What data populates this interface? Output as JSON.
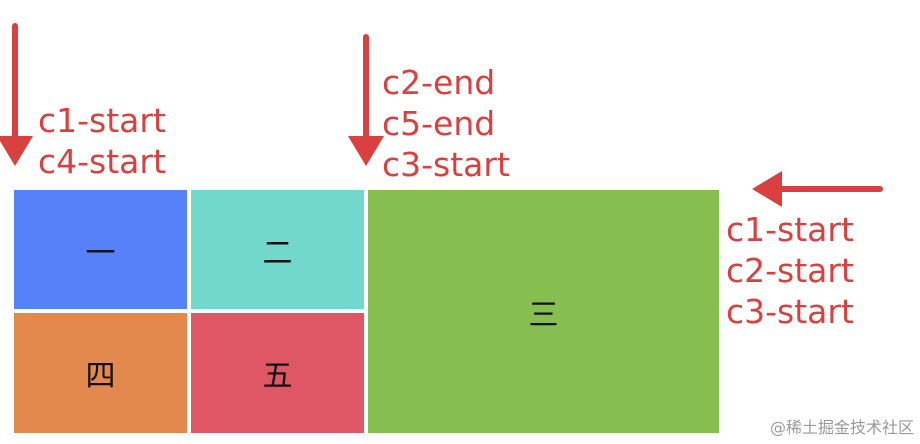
{
  "labels": {
    "left": [
      "c1-start",
      "c4-start"
    ],
    "middle": [
      "c2-end",
      "c5-end",
      "c3-start"
    ],
    "right": [
      "c1-start",
      "c2-start",
      "c3-start"
    ]
  },
  "cells": [
    {
      "text": "一",
      "color": "#5781f9"
    },
    {
      "text": "二",
      "color": "#72d7cc"
    },
    {
      "text": "三",
      "color": "#86be4f"
    },
    {
      "text": "四",
      "color": "#e4894d"
    },
    {
      "text": "五",
      "color": "#df5664"
    }
  ],
  "annotation_color": "#d94040",
  "watermark": "@稀土掘金技术社区"
}
